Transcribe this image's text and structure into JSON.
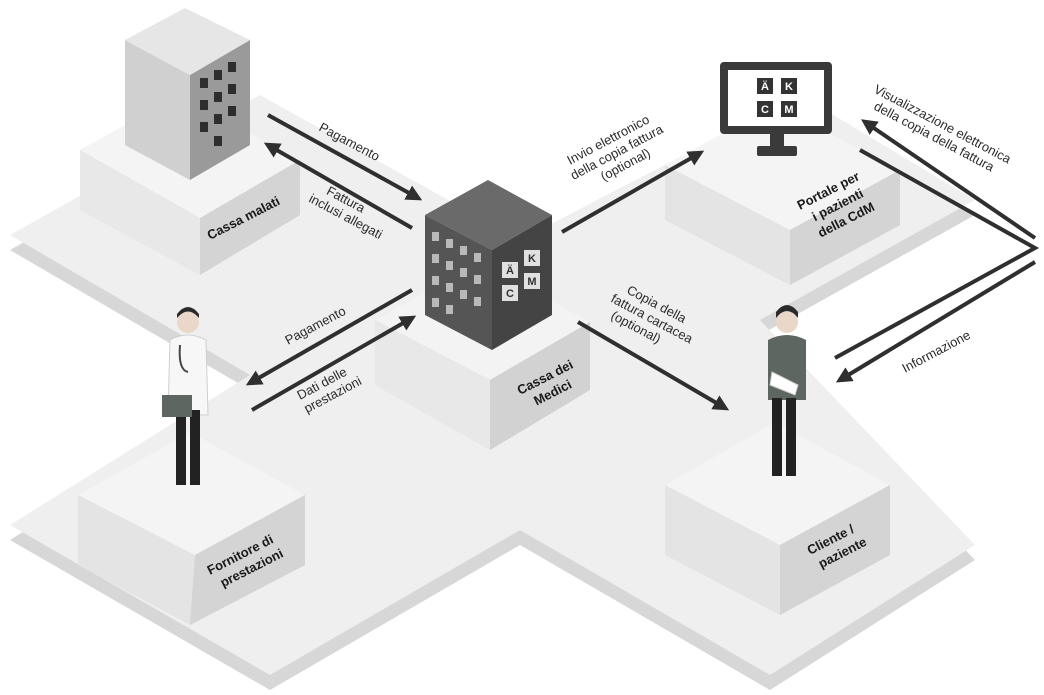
{
  "nodes": {
    "cassa_malati": "Cassa malati",
    "cassa_medici": [
      "Cassa dei",
      "Medici"
    ],
    "portale": [
      "Portale per",
      "i pazienti",
      "della CdM"
    ],
    "fornitore": [
      "Fornitore di",
      "prestazioni"
    ],
    "cliente": [
      "Cliente /",
      "paziente"
    ]
  },
  "logo_letters": [
    "Ä",
    "K",
    "C",
    "M"
  ],
  "flows": {
    "pagamento_top": "Pagamento",
    "fattura": [
      "Fattura",
      "inclusi allegati"
    ],
    "pagamento_left": "Pagamento",
    "dati": [
      "Dati delle",
      "prestazioni"
    ],
    "invio": [
      "Invio elettronico",
      "della copia fattura",
      "(optional)"
    ],
    "copia": [
      "Copia della",
      "fattura cartacea",
      "(optional)"
    ],
    "visualizzazione": [
      "Visualizzazione elettronica",
      "della copia della fattura"
    ],
    "informazione": "Informazione"
  },
  "colors": {
    "platform_top": "#eeeeee",
    "platform_side": "#d9d9d9",
    "arrow": "#2f2f2f",
    "building_dark": "#4a4a4a"
  }
}
